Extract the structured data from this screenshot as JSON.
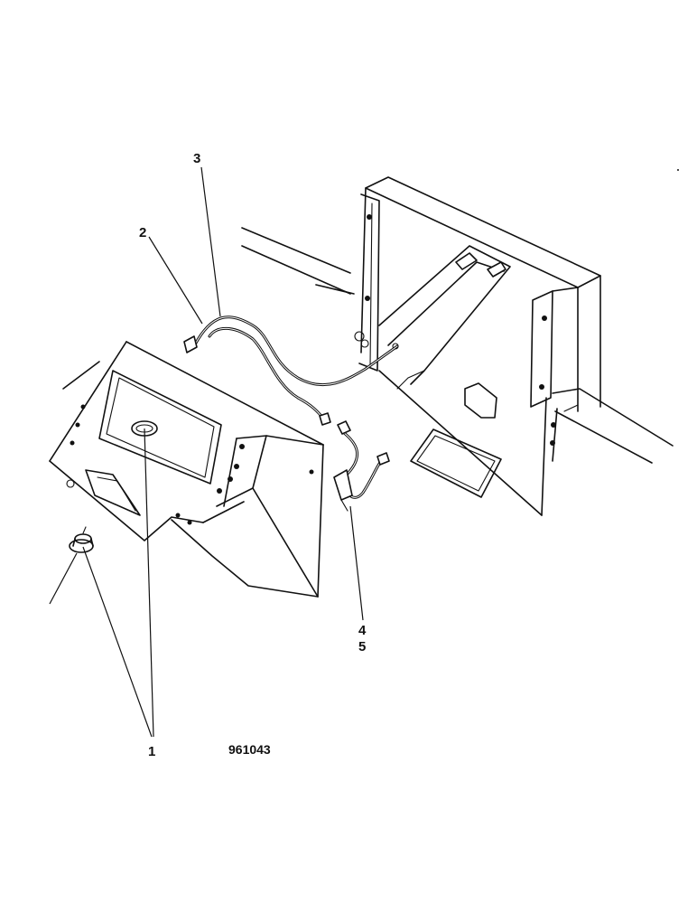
{
  "diagram": {
    "callouts": [
      {
        "id": "1",
        "label": "1"
      },
      {
        "id": "2",
        "label": "2"
      },
      {
        "id": "3",
        "label": "3"
      },
      {
        "id": "4",
        "label": "4"
      },
      {
        "id": "5",
        "label": "5"
      }
    ],
    "drawing_number": "961043"
  },
  "colors": {
    "ink": "#111111",
    "paper": "#ffffff"
  }
}
